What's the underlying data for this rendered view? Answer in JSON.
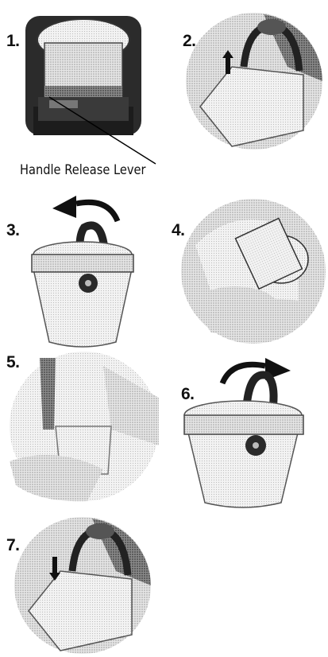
{
  "steps": [
    {
      "number": "1."
    },
    {
      "number": "2."
    },
    {
      "number": "3."
    },
    {
      "number": "4."
    },
    {
      "number": "5."
    },
    {
      "number": "6."
    },
    {
      "number": "7."
    }
  ],
  "callout": {
    "label": "Handle Release Lever"
  }
}
